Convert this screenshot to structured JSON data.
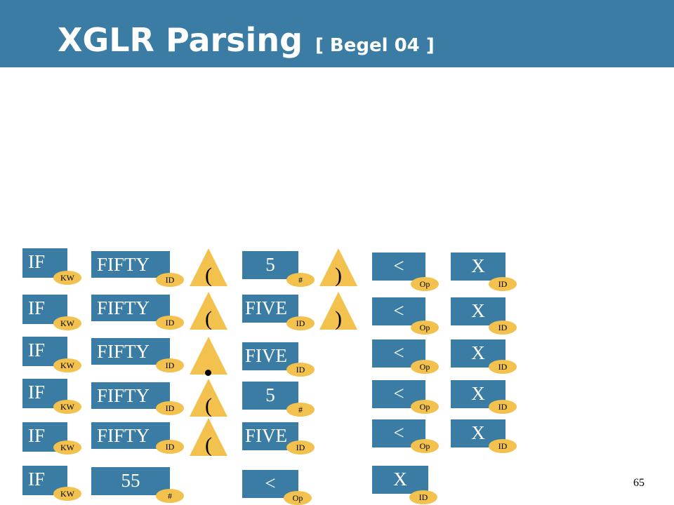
{
  "title": {
    "main": "XGLR Parsing",
    "sub": "[ Begel 04 ]"
  },
  "colors": {
    "banner": "#3a7ca3",
    "token_box": "#3a7ca3",
    "tag": "#f2c14e",
    "paren_shape": "#f2c14e"
  },
  "rows": [
    [
      "IF",
      "KW",
      "FIFTY",
      "ID",
      "(",
      "5",
      "#",
      ")",
      "<",
      "Op",
      "X",
      "ID"
    ],
    [
      "IF",
      "KW",
      "FIFTY",
      "ID",
      "(",
      "FIVE",
      "ID",
      ")",
      "<",
      "Op",
      "X",
      "ID"
    ],
    [
      "IF",
      "KW",
      "FIFTY",
      "ID",
      "FIVE",
      "ID",
      "<",
      "Op",
      "X",
      "ID"
    ],
    [
      "IF",
      "KW",
      "FIFTY",
      "ID",
      "(",
      "5",
      "#",
      "<",
      "Op",
      "X",
      "ID"
    ],
    [
      "IF",
      "KW",
      "FIFTY",
      "ID",
      "(",
      "FIVE",
      "ID",
      "<",
      "Op",
      "X",
      "ID"
    ],
    [
      "IF",
      "KW",
      "55",
      "#",
      "<",
      "Op",
      "X",
      "ID"
    ]
  ],
  "page_number": "65"
}
